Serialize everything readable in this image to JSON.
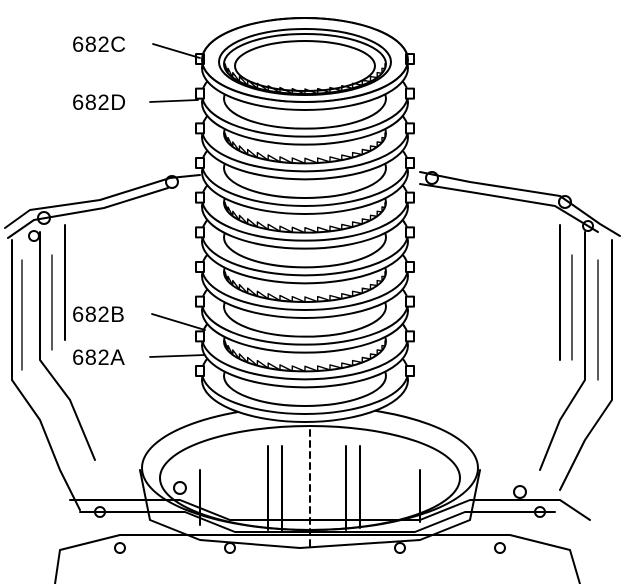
{
  "figure": {
    "line_color": "#000000",
    "background": "#ffffff"
  },
  "callouts": {
    "c682C": "682C",
    "c682D": "682D",
    "c682B": "682B",
    "c682A": "682A"
  },
  "plate_count": 10
}
